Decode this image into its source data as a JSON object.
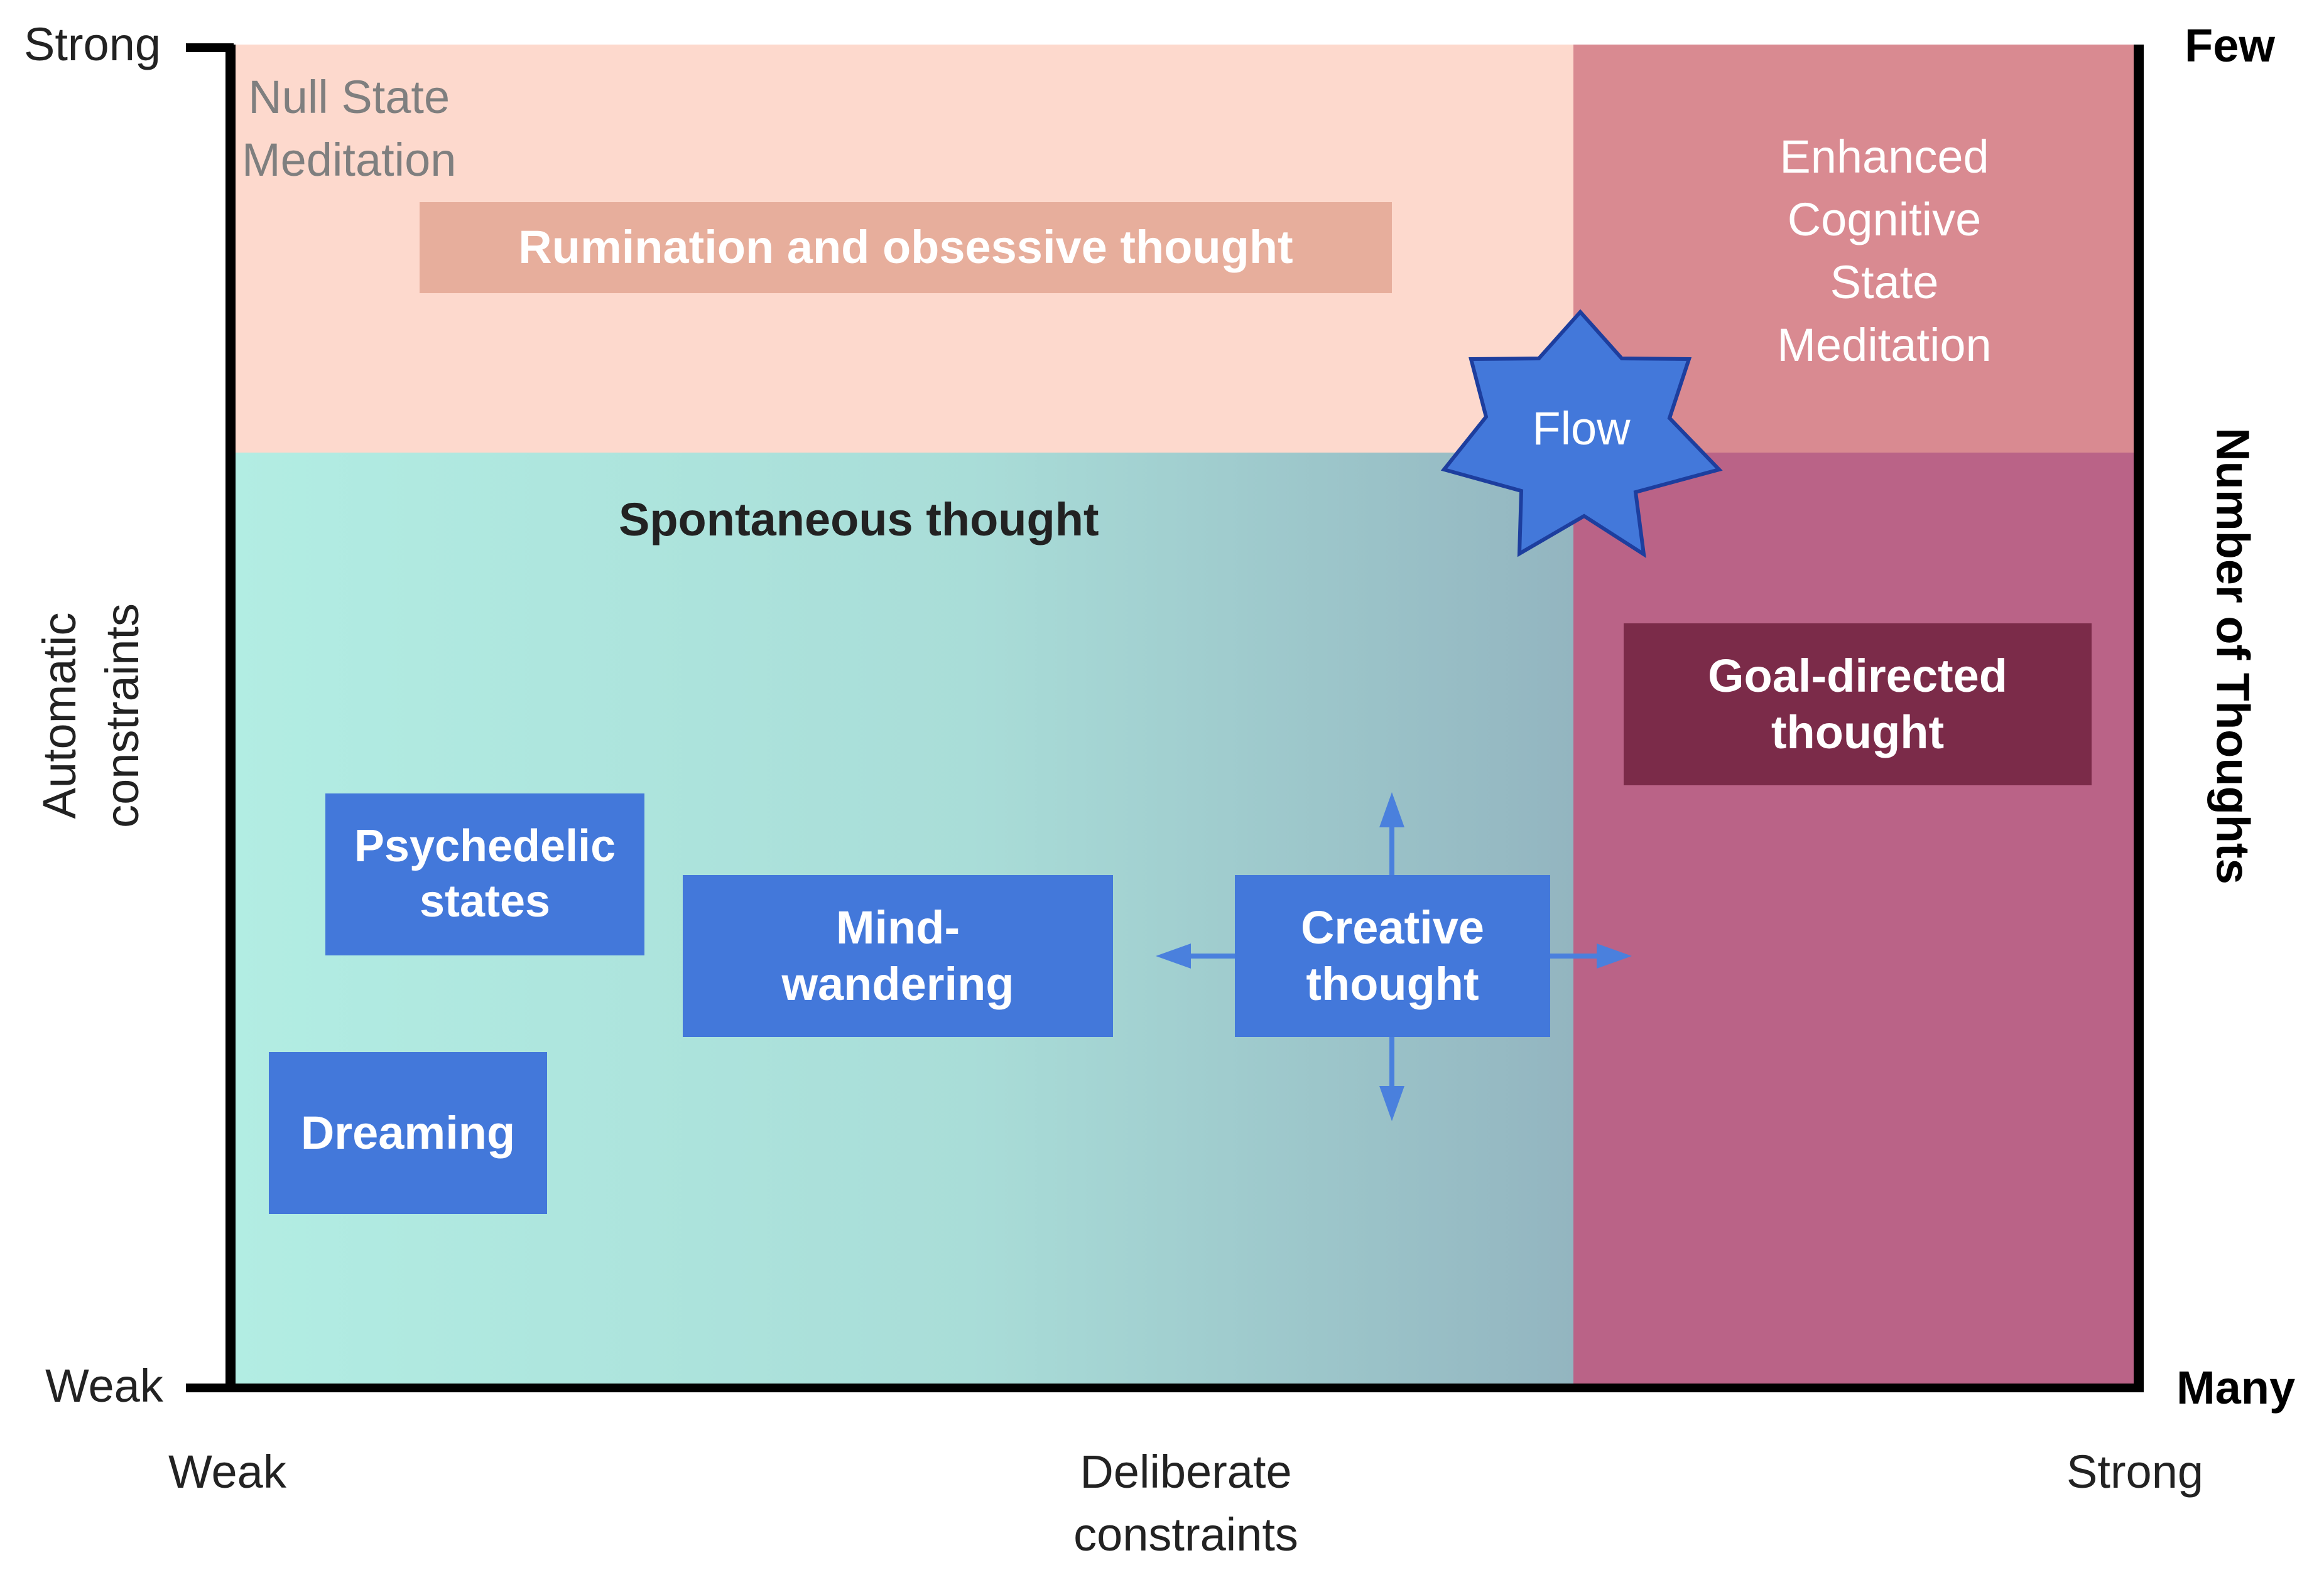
{
  "colors": {
    "null_region": "#fdd9cd",
    "enhanced_region": "#d98a91",
    "goal_region": "#ba6387",
    "spont_left": "#b2ede3",
    "spont_right": "#93b5c0",
    "rumination_box": "#e7ae9c",
    "goal_box": "#7b2b49",
    "blue_box": "#4378da",
    "arrow": "#4a80dd",
    "star_fill": "#4378da",
    "star_stroke": "#1d3e9e",
    "axis": "#000000",
    "gray_text": "#7f7f7f",
    "spont_text": "#222222"
  },
  "axes": {
    "y_title": "Automatic\nconstraints",
    "y_strong": "Strong",
    "y_weak": "Weak",
    "x_title": "Deliberate\nconstraints",
    "x_weak": "Weak",
    "x_strong": "Strong",
    "right_title": "Number of Thoughts",
    "right_few": "Few",
    "right_many": "Many"
  },
  "regions": {
    "null_state": "Null State\nMeditation",
    "enhanced": "Enhanced\nCognitive\nState\nMeditation",
    "spontaneous": "Spontaneous thought"
  },
  "boxes": {
    "rumination": "Rumination and obsessive thought",
    "goal": "Goal-directed\nthought",
    "psychedelic": "Psychedelic\nstates",
    "mind": "Mind-\nwandering",
    "creative": "Creative\nthought",
    "dreaming": "Dreaming"
  },
  "flow": "Flow"
}
